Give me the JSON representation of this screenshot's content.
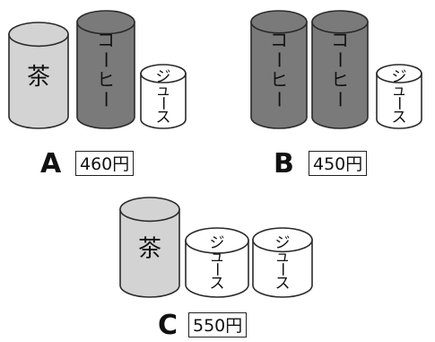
{
  "labels": {
    "tea": "茶",
    "coffee": [
      "コ",
      "ー",
      "ヒ",
      "ー"
    ],
    "juice": [
      "ジ",
      "ュ",
      "ー",
      "ス"
    ]
  },
  "colors": {
    "tea": "#d3d3d3",
    "coffee": "#7a7a7a",
    "juice": "#ffffff",
    "outline": "#2a2a2a"
  },
  "sets": [
    {
      "letter": "A",
      "price": "460円",
      "items": [
        "tea",
        "coffee",
        "juice"
      ]
    },
    {
      "letter": "B",
      "price": "450円",
      "items": [
        "coffee",
        "coffee",
        "juice"
      ]
    },
    {
      "letter": "C",
      "price": "550円",
      "items": [
        "tea",
        "juice",
        "juice"
      ]
    }
  ]
}
